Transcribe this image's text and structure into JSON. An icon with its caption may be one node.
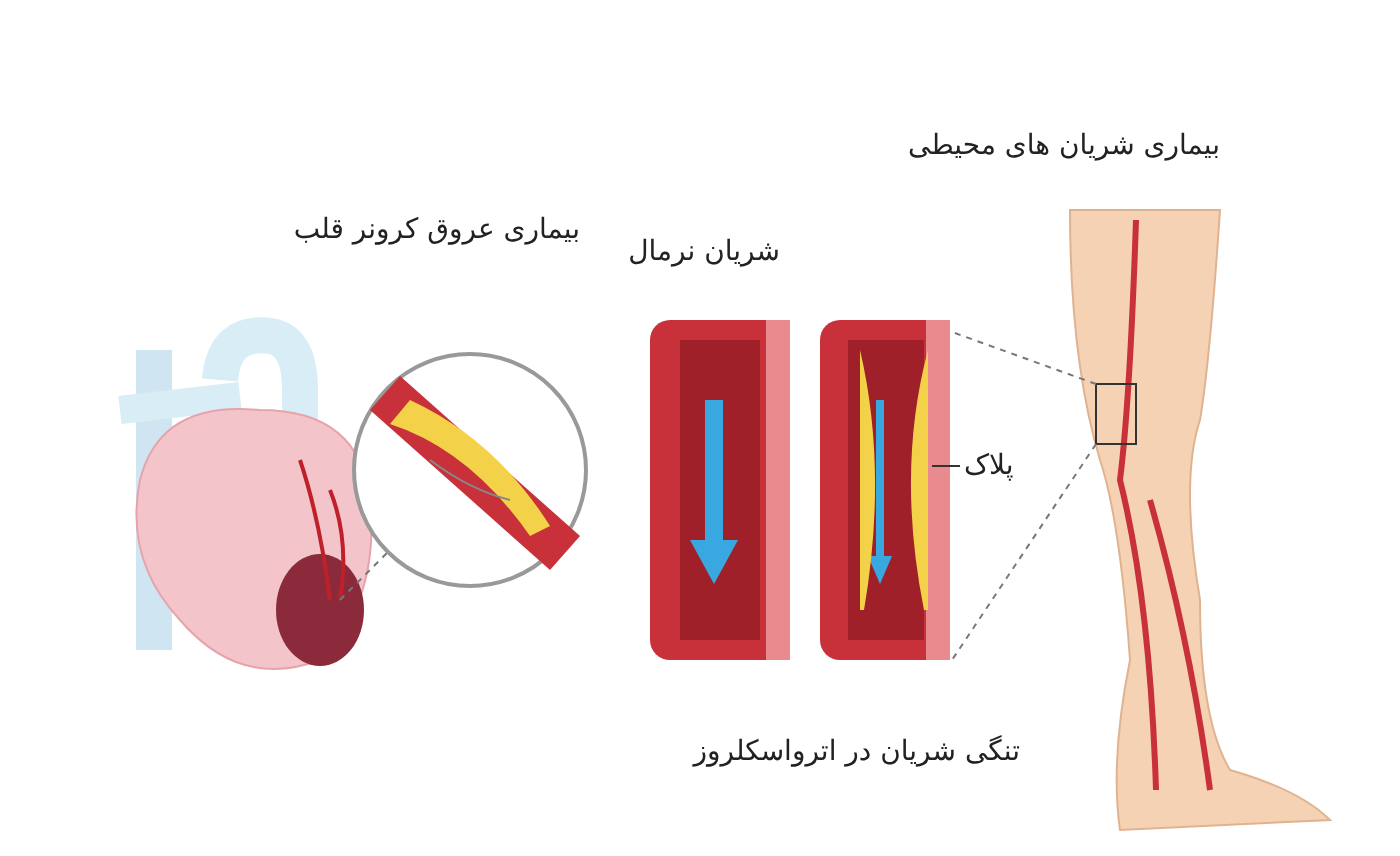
{
  "diagram": {
    "nodes": [
      {
        "text": [
          "پلاک"
        ]
      },
      {
        "text": [],
        "shape": "picture"
      }
    ],
    "edges": [
      {
        "from": 0,
        "to": 1,
        "arrow": "none"
      }
    ],
    "labels": [
      "بیماری شریان های محیطی",
      "بیماری عروق کرونر قلب",
      "شریان نرمال",
      "تنگی شریان در اترواسکلروز"
    ]
  }
}
